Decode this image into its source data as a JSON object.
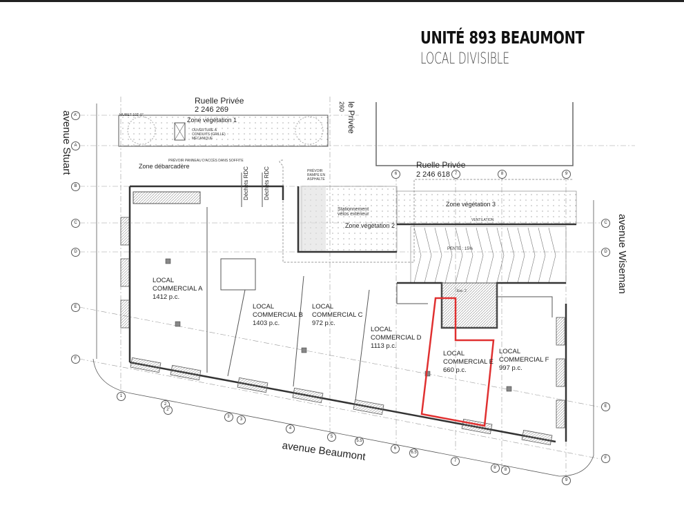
{
  "header": {
    "title": "UNITÉ 893 BEAUMONT",
    "subtitle": "LOCAL DIVISIBLE"
  },
  "streets": {
    "stuart": "avenue Stuart",
    "wiseman": "avenue Wiseman",
    "beaumont": "avenue Beaumont",
    "ruelle_privee_1": "Ruelle Privée",
    "ruelle_privee_1_lot": "2 246 269",
    "ruelle_privee_2": "Ruelle Privée",
    "ruelle_privee_2_lot": "2 246 618",
    "ruelle_privee_side": "le Privée",
    "ruelle_privee_side_lot": "260"
  },
  "zones": {
    "veg1": "Zone végétation 1",
    "veg2": "Zone végétation 2",
    "veg3": "Zone végétation 3",
    "debarcadere": "Zone débarcadère",
    "stationnement": "Stationnement vélos extérieur",
    "dechets1": "Déchets RDC",
    "dechets2": "Déchets RDC",
    "pente": "PENTE : 15%",
    "ventilation": "VENTILATION",
    "ouverture": "OUVERTURE À CONDUITS (GRILLE) MÉCANIQUE",
    "panneau": "PRÉVOIR PANNEAU D'ACCÈS DANS SOFFITE",
    "rampe": "PRÉVOIR RAMPE EN ASPHALTE",
    "esc": "Esc. 2",
    "muret": "MURET 102'-0\""
  },
  "units": [
    {
      "name": "LOCAL",
      "name2": "COMMERCIAL A",
      "area": "1412 p.c."
    },
    {
      "name": "LOCAL",
      "name2": "COMMERCIAL B",
      "area": "1403 p.c."
    },
    {
      "name": "LOCAL",
      "name2": "COMMERCIAL C",
      "area": "972 p.c."
    },
    {
      "name": "LOCAL",
      "name2": "COMMERCIAL D",
      "area": "1113 p.c."
    },
    {
      "name": "LOCAL",
      "name2": "COMMERCIAL E",
      "area": "660 p.c."
    },
    {
      "name": "LOCAL",
      "name2": "COMMERCIAL F",
      "area": "997 p.c."
    }
  ],
  "grid_left": [
    "A'",
    "A",
    "B",
    "C",
    "D",
    "E",
    "F"
  ],
  "grid_right": [
    "C",
    "D",
    "E",
    "F"
  ],
  "grid_top": [
    "6",
    "7",
    "8",
    "9"
  ],
  "grid_bottom": [
    "1",
    "2",
    "2'",
    "3'",
    "3",
    "4",
    "5",
    "5.5",
    "6",
    "6.5",
    "7",
    "8'",
    "8",
    "9"
  ],
  "colors": {
    "highlight": "#e03030"
  }
}
